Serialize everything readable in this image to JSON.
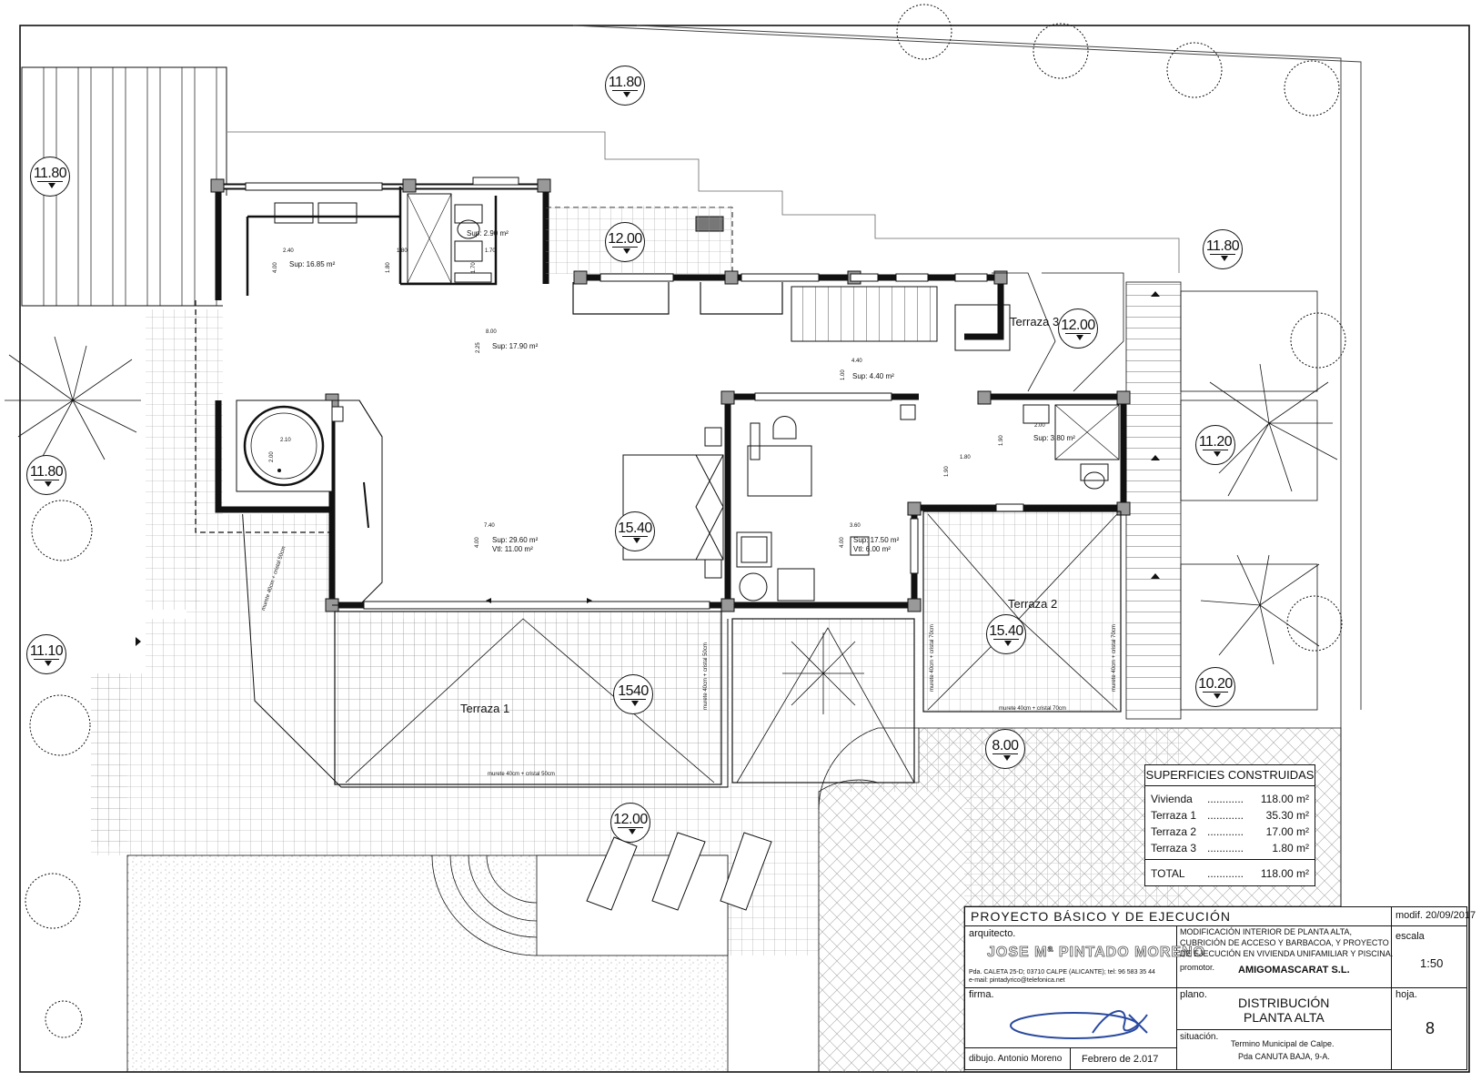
{
  "levels": [
    "11.80",
    "11.80",
    "11.80",
    "11.10",
    "12.00",
    "12.00",
    "11.80",
    "11.20",
    "10.20",
    "15.40",
    "15.40",
    "1540",
    "8.00",
    "12.00"
  ],
  "rooms": [
    {
      "dims_w": "2.40",
      "dims_h": "4.00",
      "area": "Sup: 16.85 m²"
    },
    {
      "dims_w": "1.80",
      "dims_h": "1.80",
      "area": ""
    },
    {
      "dims_w": "1.70",
      "dims_h": "1.70",
      "area": "Sup: 2.90 m²"
    },
    {
      "dims_w": "8.00",
      "dims_h": "2.25",
      "area": "Sup: 17.90 m²"
    },
    {
      "dims_w": "4.40",
      "dims_h": "1.00",
      "area": "Sup: 4.40 m²"
    },
    {
      "dims_w": "2.10",
      "dims_h": "2.00",
      "area": ""
    },
    {
      "dims_w": "7.40",
      "dims_h": "4.00",
      "area": "Sup: 29.60 m²",
      "vtl": "Vtl: 11.00 m²"
    },
    {
      "dims_w": "2.00",
      "dims_h": "1.90",
      "area": "Sup: 3.80 m²"
    },
    {
      "dims_w": "1.80",
      "dims_h": "1.90",
      "area": ""
    },
    {
      "dims_w": "3.60",
      "dims_h": "4.00",
      "area": "Sup: 17.50 m²",
      "vtl": "Vtl: 6.00 m²"
    }
  ],
  "terraces": [
    "Terraza 1",
    "Terraza 2",
    "Terraza 3"
  ],
  "notes": {
    "murete_50": "murete 40cm + cristal 50cm",
    "murete_70": "murete 40cm + cristal 70cm"
  },
  "surfaces": {
    "title": "SUPERFICIES CONSTRUIDAS",
    "dots": "............",
    "rows": [
      {
        "name": "Vivienda",
        "value": "118.00 m²"
      },
      {
        "name": "Terraza 1",
        "value": "35.30 m²"
      },
      {
        "name": "Terraza 2",
        "value": "17.00 m²"
      },
      {
        "name": "Terraza 3",
        "value": "1.80 m²"
      }
    ],
    "total_label": "TOTAL",
    "total_value": "118.00 m²"
  },
  "title_block": {
    "project": "PROYECTO BÁSICO Y DE EJECUCIÓN",
    "modif": "modif. 20/09/2017",
    "architect_label": "arquitecto.",
    "architect_name": "JOSE Mª PINTADO MORENO",
    "architect_addr": "Pda. CALETA 25-D; 03710 CALPE (ALICANTE); tel: 96 583 35 44",
    "architect_email": "e-mail: pintadyrico@telefonica.net",
    "desc1": "MODIFICACIÓN INTERIOR DE PLANTA ALTA,",
    "desc2": "CUBRICIÓN DE ACCESO Y BARBACOA, Y PROYECTO",
    "desc3": "DE EJECUCIÓN EN VIVIENDA UNIFAMILIAR Y PISCINA.",
    "promotor_label": "promotor.",
    "promotor": "AMIGOMASCARAT S.L.",
    "escala_label": "escala",
    "escala": "1:50",
    "firma_label": "firma.",
    "plano_label": "plano.",
    "plano1": "DISTRIBUCIÓN",
    "plano2": "PLANTA ALTA",
    "hoja_label": "hoja.",
    "hoja": "8",
    "situacion_label": "situación.",
    "sit1": "Termino Municipal de Calpe.",
    "sit2": "Pda CANUTA BAJA, 9-A.",
    "dibujo": "dibujo. Antonio Moreno",
    "fecha": "Febrero de 2.017"
  }
}
